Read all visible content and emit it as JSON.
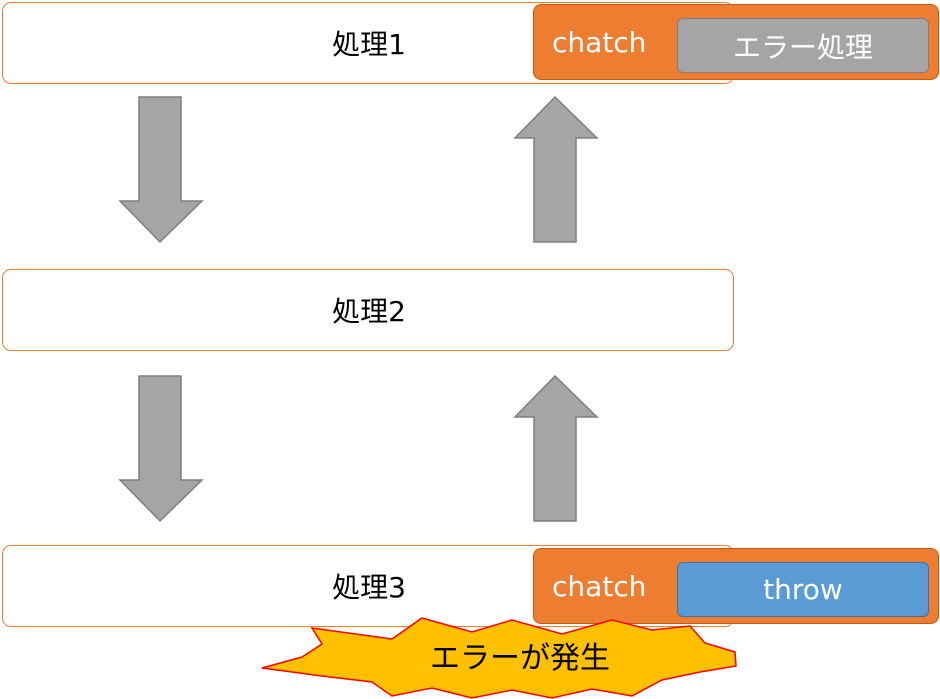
{
  "processes": [
    {
      "label": "処理1"
    },
    {
      "label": "処理2"
    },
    {
      "label": "処理3"
    }
  ],
  "catch_blocks": [
    {
      "keyword": "chatch",
      "action": "エラー処理",
      "action_color": "#A5A5A5"
    },
    {
      "keyword": "chatch",
      "action": "throw",
      "action_color": "#5B9BD5"
    }
  ],
  "error_burst": {
    "label": "エラーが発生",
    "fill": "#FFC000",
    "stroke": "#FF0000"
  },
  "colors": {
    "process_border": "#ED7D31",
    "catch_fill": "#ED7D31",
    "arrow_fill": "#A5A5A5",
    "arrow_stroke": "#7F7F7F"
  }
}
